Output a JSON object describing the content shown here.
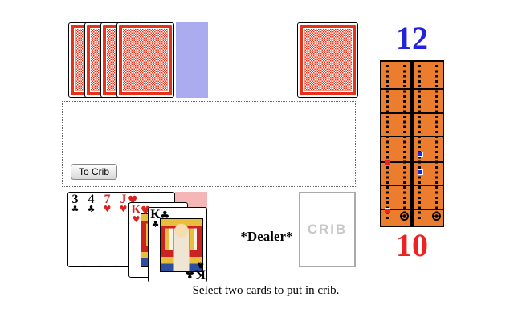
{
  "board": {
    "blue_score": "12",
    "red_score": "10"
  },
  "play_area": {
    "to_crib_button": "To Crib"
  },
  "crib_area": {
    "dealer_label": "*Dealer*",
    "crib_box_label": "CRIB"
  },
  "status_message": "Select two cards to put in crib.",
  "opponent": {
    "card_back_count": 4
  },
  "deck": {
    "card_back_count": 1
  },
  "hand": {
    "cards": [
      {
        "rank": "3",
        "suit": "♣",
        "color": "black",
        "selected": false
      },
      {
        "rank": "4",
        "suit": "♣",
        "color": "black",
        "selected": false
      },
      {
        "rank": "7",
        "suit": "♥",
        "color": "red",
        "selected": false
      },
      {
        "rank": "J",
        "suit": "♥",
        "color": "red",
        "selected": false
      },
      {
        "rank": "K",
        "suit": "♥",
        "color": "red",
        "selected": true
      },
      {
        "rank": "K",
        "suit": "♣",
        "color": "black",
        "selected": true
      }
    ]
  },
  "colors": {
    "board_orange": "#ed7d2e",
    "blue": "#2222dd",
    "red": "#ee2222",
    "card_back_red": "#e8311a",
    "starter_slot_lavender": "#ababef",
    "play_slot_pink": "#f4b6b6",
    "crib_text_gray": "#c8c8c8"
  }
}
